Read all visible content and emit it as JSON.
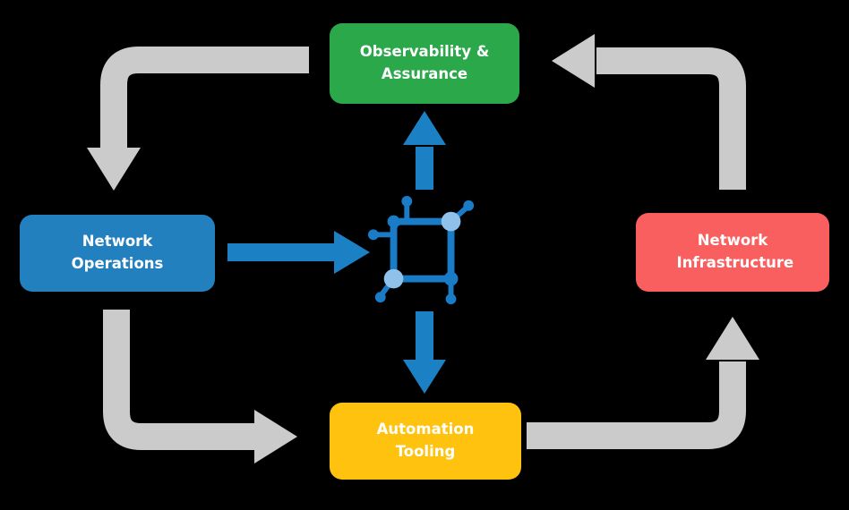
{
  "diagram": {
    "nodes": [
      {
        "id": "observability",
        "label": "Observability & Assurance",
        "color": "#2BA84A"
      },
      {
        "id": "operations",
        "label": "Network Operations",
        "color": "#2380BF"
      },
      {
        "id": "infrastructure",
        "label": "Network Infrastructure",
        "color": "#FA5F5F"
      },
      {
        "id": "automation",
        "label": "Automation Tooling",
        "color": "#FFC20E"
      }
    ],
    "center_icon": "network-topology-icon",
    "flows": [
      {
        "from": "observability",
        "to": "operations",
        "style": "gray-elbow"
      },
      {
        "from": "operations",
        "to": "center",
        "style": "blue-straight"
      },
      {
        "from": "center",
        "to": "observability",
        "style": "blue-straight"
      },
      {
        "from": "center",
        "to": "automation",
        "style": "blue-straight"
      },
      {
        "from": "operations",
        "to": "automation",
        "style": "gray-elbow"
      },
      {
        "from": "automation",
        "to": "infrastructure",
        "style": "gray-elbow"
      },
      {
        "from": "infrastructure",
        "to": "observability",
        "style": "gray-elbow"
      }
    ],
    "colors": {
      "arrow_gray": "#CBCBCB",
      "arrow_blue": "#1C80C4",
      "icon_blue_dark": "#1A7CC7",
      "icon_blue_light": "#8FC1EA",
      "background": "#000000"
    }
  }
}
